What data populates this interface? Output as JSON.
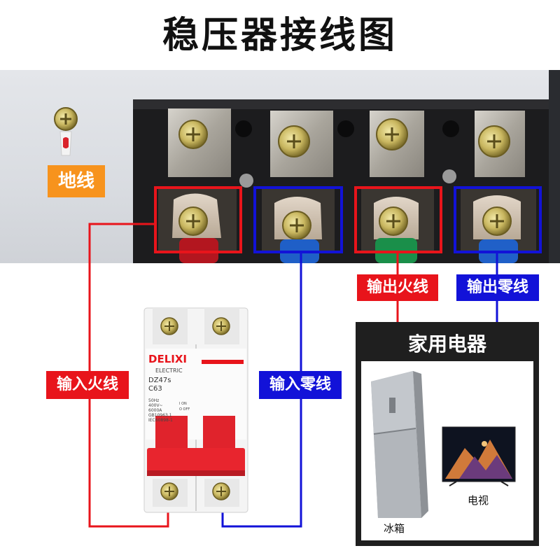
{
  "title": "稳压器接线图",
  "labels": {
    "ground": "地线",
    "output_live": "输出火线",
    "output_neutral": "输出零线",
    "input_live": "输入火线",
    "input_neutral": "输入零线",
    "appliances": "家用电器",
    "fridge": "冰箱",
    "tv": "电视"
  },
  "breaker": {
    "brand": "DELIXI",
    "sub": "ELECTRIC",
    "model": "DZ47s",
    "rating": "C63",
    "spec1": "50Hz",
    "spec2": "400V~",
    "spec3": "6000A",
    "spec4": "GB10963.1",
    "spec5": "IEC60898-1",
    "on": "I ON",
    "off": "O OFF"
  },
  "colors": {
    "live": "#e8141b",
    "neutral": "#1212d8",
    "ground_tag": "#f7931d"
  }
}
